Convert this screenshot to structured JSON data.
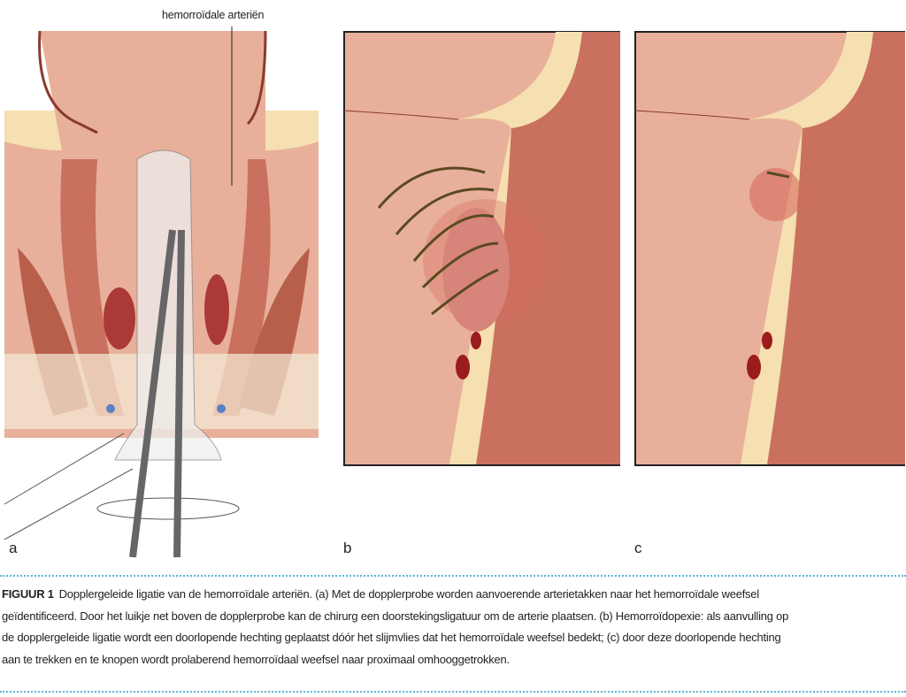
{
  "figure": {
    "callout": "hemorroïdale arteriën",
    "panel_labels": [
      "a",
      "b",
      "c"
    ],
    "colors": {
      "mucosa": "#e8b09a",
      "muscle": "#c9715e",
      "fat": "#f6dfb0",
      "hemorrhoid": "#9b1c1c",
      "caption_rule": "#5ab4d6"
    }
  },
  "caption": {
    "label": "FIGUUR 1",
    "lines": [
      "Dopplergeleide ligatie van de hemorroïdale arteriën. (a) Met de dopplerprobe worden aanvoerende arterietakken naar het hemorroïdale weefsel",
      "geïdentificeerd. Door het luikje net boven de dopplerprobe kan de chirurg een doorstekingsligatuur om de arterie plaatsen. (b) Hemorroïdopexie: als aanvulling op",
      "de dopplergeleide ligatie wordt een doorlopende hechting geplaatst dóór het slijmvlies dat het hemorroïdale weefsel bedekt; (c) door deze doorlopende hechting",
      "aan te trekken en te knopen wordt prolaberend hemorroïdaal weefsel naar proximaal omhooggetrokken."
    ]
  }
}
